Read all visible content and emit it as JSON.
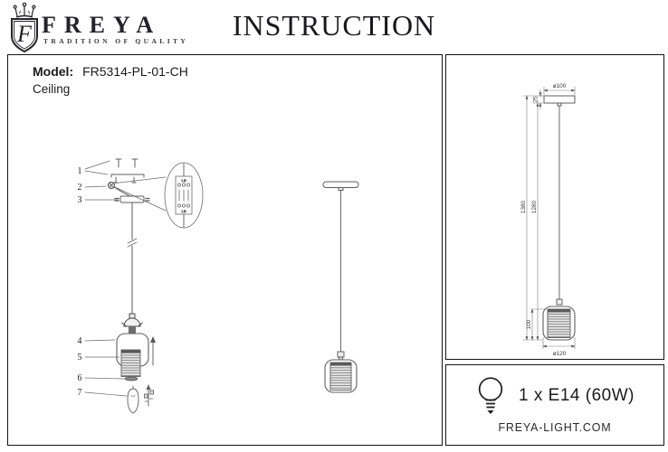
{
  "header": {
    "brand": "FREYA",
    "tagline": "TRADITION OF QUALITY",
    "logo_letter": "F",
    "title": "INSTRUCTION"
  },
  "product": {
    "model_label": "Model:",
    "model_value": "FR5314-PL-01-CH",
    "mount_type": "Ceiling"
  },
  "parts": {
    "p1": "1",
    "p2": "2",
    "p3": "3",
    "p4": "4",
    "p5": "5",
    "p6": "6",
    "p7": "7"
  },
  "terminal": {
    "top": "L N",
    "bottom": "L N"
  },
  "dims": {
    "canopy_diameter": "ø100",
    "canopy_height": "25",
    "total_height": "1380",
    "drop_height": "1280",
    "shade_height": "100",
    "shade_diameter": "ø120"
  },
  "spec": {
    "lamp": "1 x E14 (60W)",
    "website": "FREYA-LIGHT.COM"
  },
  "colors": {
    "ink": "#1a1a1a",
    "line": "#666666",
    "border": "#141414"
  }
}
